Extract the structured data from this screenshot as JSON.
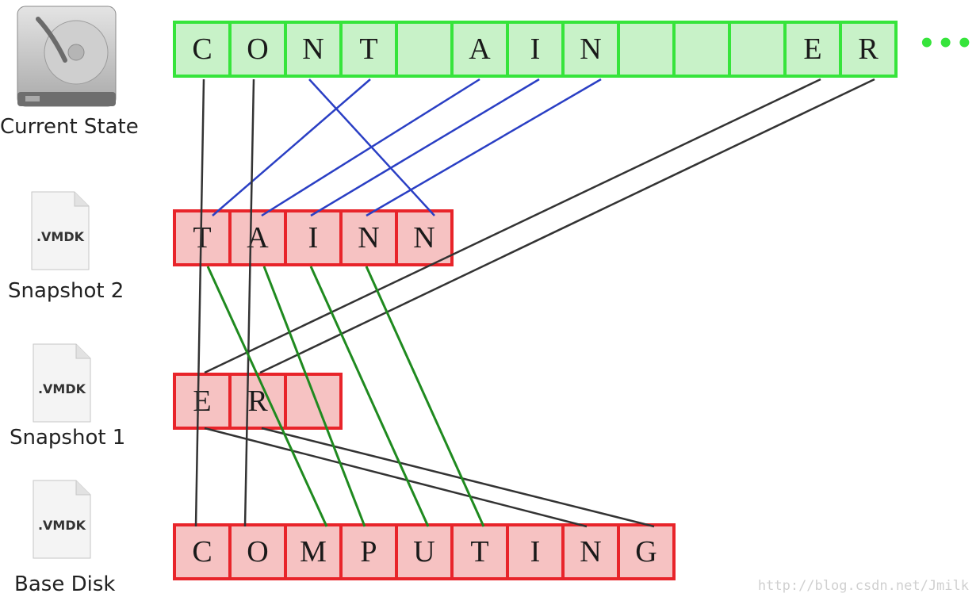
{
  "labels": {
    "current": "Current State",
    "snapshot2": "Snapshot 2",
    "snapshot1": "Snapshot 1",
    "base": "Base Disk"
  },
  "file_icon_text": ".VMDK",
  "rows": {
    "current": [
      "C",
      "O",
      "N",
      "T",
      "",
      "A",
      "I",
      "N",
      "",
      "",
      "",
      "E",
      "R"
    ],
    "snapshot2": [
      "T",
      "A",
      "I",
      "N",
      "N"
    ],
    "snapshot1": [
      "E",
      "R",
      ""
    ],
    "base": [
      "C",
      "O",
      "M",
      "P",
      "U",
      "T",
      "I",
      "N",
      "G"
    ]
  },
  "continuation": "•••",
  "watermark": "http://blog.csdn.net/Jmilk",
  "colors": {
    "current_border": "#36e43b",
    "current_fill": "#c8f2c8",
    "snapshot_border": "#e8242a",
    "snapshot_fill": "#f6c2c2",
    "link_current_to_snapshot2": "#2a3fc4",
    "link_snapshot2_to_base": "#1f8a1f",
    "link_other": "#333333"
  }
}
